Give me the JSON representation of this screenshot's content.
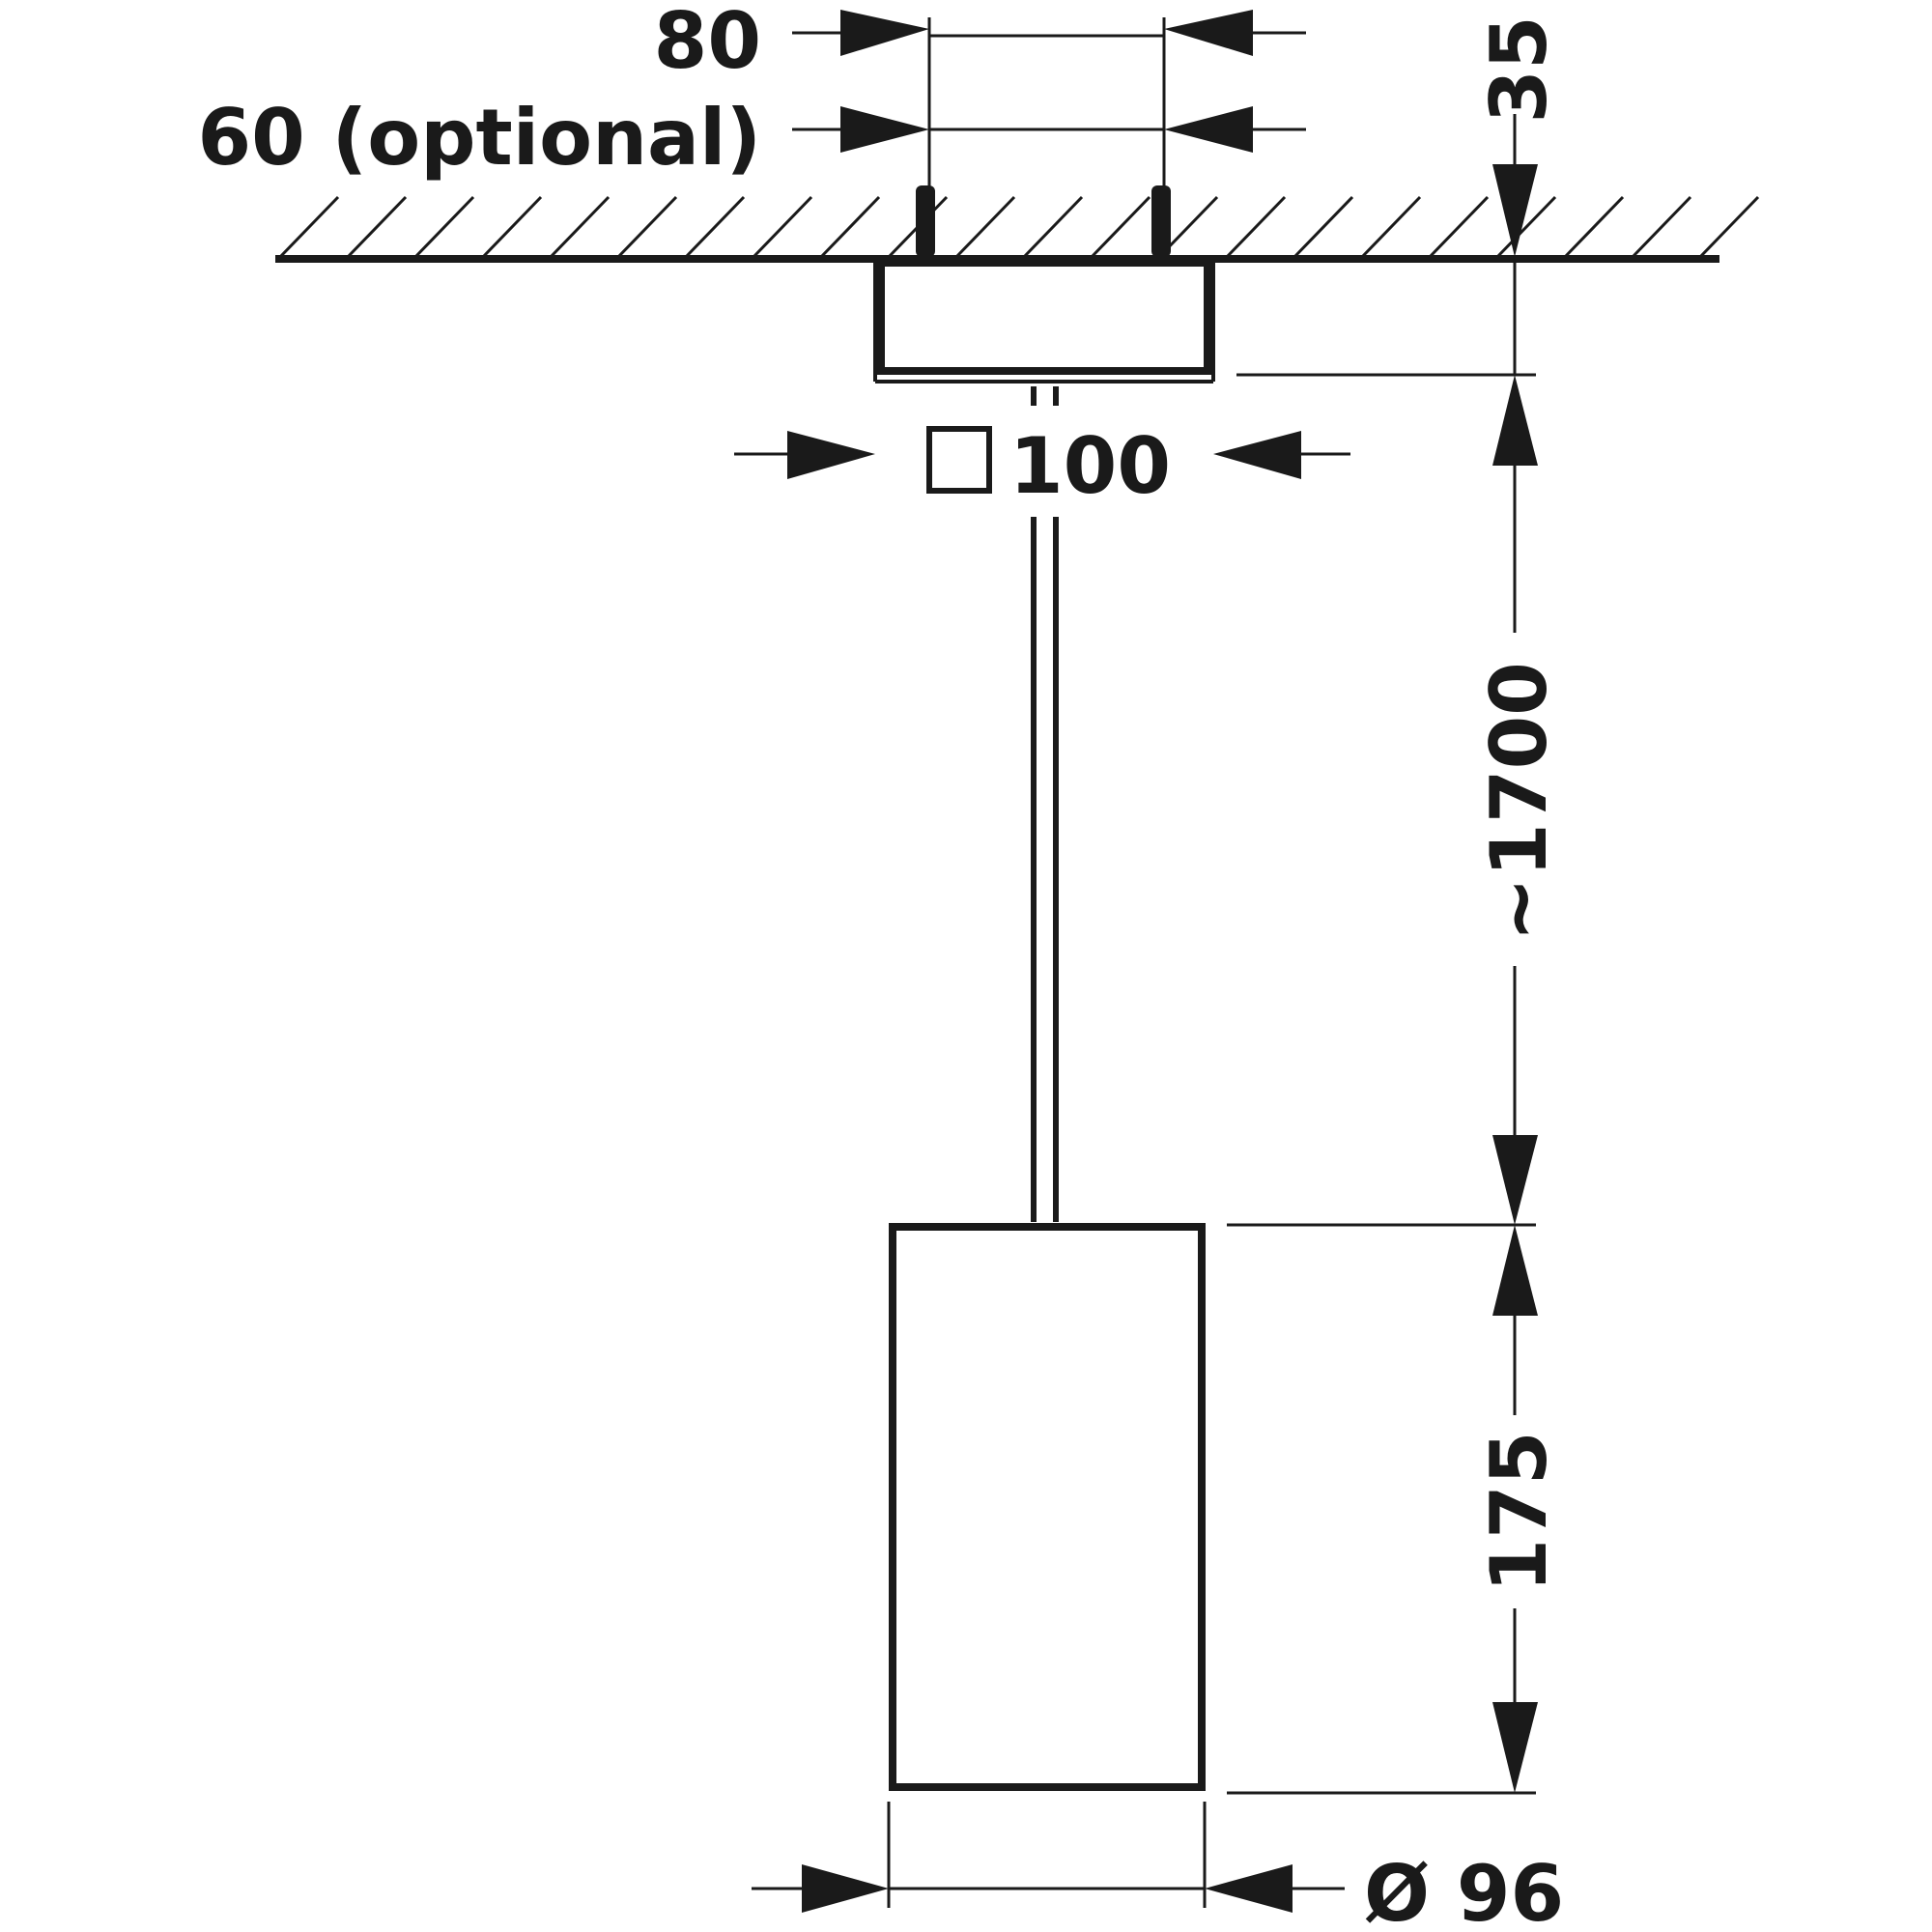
{
  "labels": {
    "fixing_distance": "80",
    "fixing_distance_optional": "60 (optional)",
    "canopy_height": "35",
    "canopy_size": "100",
    "cable_length": "~1700",
    "body_height": "175",
    "body_diameter": "Ø 96"
  },
  "colors": {
    "ink": "#1a1a1a",
    "background": "#ffffff"
  }
}
